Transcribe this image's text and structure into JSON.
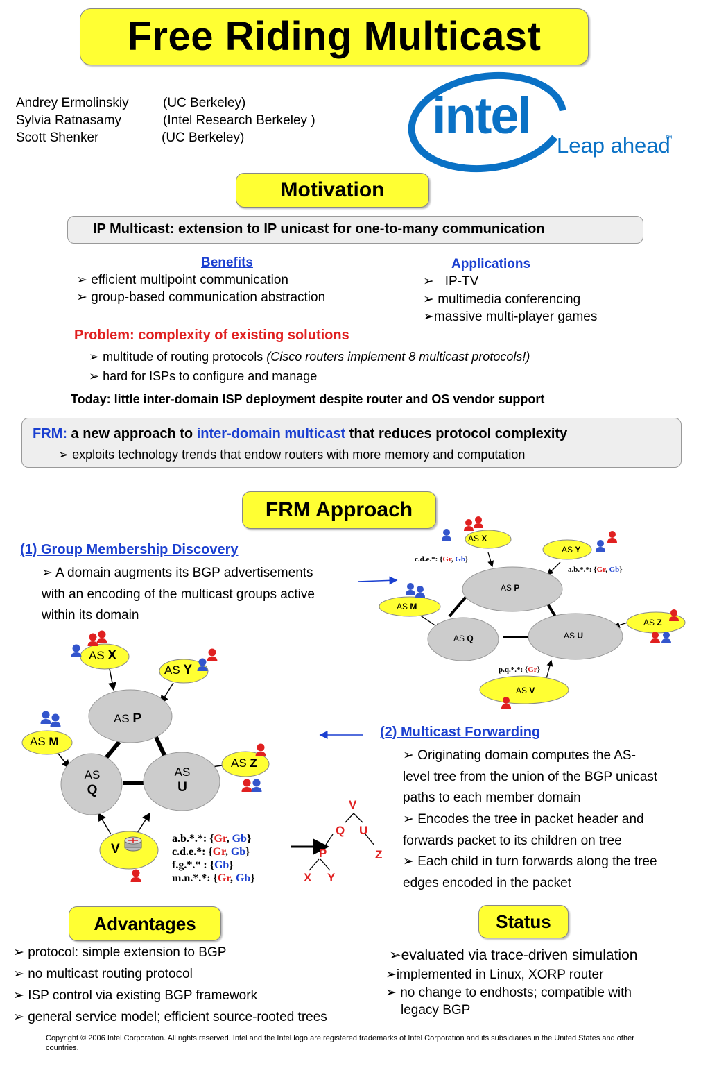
{
  "title": "Free Riding Multicast",
  "authors": [
    {
      "name": "Andrey Ermolinskiy",
      "affiliation": "(UC Berkeley)"
    },
    {
      "name": "Sylvia Ratnasamy",
      "affiliation": "(Intel Research Berkeley )"
    },
    {
      "name": "Scott Shenker",
      "affiliation": "(UC Berkeley)"
    }
  ],
  "logo": {
    "wordmark": "intel",
    "tagline": "Leap ahead",
    "tm": "™",
    "color": "#0a71c5"
  },
  "motivation": {
    "heading": "Motivation",
    "banner": "IP Multicast: extension to IP unicast for one-to-many communication",
    "benefits_heading": "Benefits",
    "benefits": [
      "➢ efficient multipoint communication",
      "➢ group-based communication abstraction"
    ],
    "applications_heading": "Applications",
    "applications": [
      "➢   IP-TV",
      "➢ multimedia conferencing",
      "➢massive multi-player games"
    ],
    "problem_heading": "Problem: complexity of existing solutions",
    "problem_1": "➢ multitude of routing protocols ",
    "problem_1_italic": "(Cisco routers implement 8 multicast protocols!)",
    "problem_2": "➢ hard for ISPs to configure and manage",
    "today": "Today: little inter-domain ISP deployment despite router and OS vendor support"
  },
  "frm_banner": {
    "label": "FRM:",
    "part1": " a new approach to ",
    "highlight": "inter-domain multicast",
    "part2": " that reduces protocol complexity",
    "sub": "➢ exploits technology trends that endow routers with more memory and computation"
  },
  "approach": {
    "heading": "FRM Approach",
    "gmd_heading": "(1) Group Membership Discovery",
    "gmd_lines": [
      "➢ A domain augments its BGP advertisements",
      "with an encoding of the multicast groups active",
      "within its domain"
    ],
    "mf_heading": "(2) Multicast Forwarding",
    "mf_lines": [
      "➢ Originating domain computes the AS-",
      "level tree from the union of the BGP unicast",
      "paths to each member domain",
      "➢ Encodes the tree in packet header and",
      "forwards packet to its children on tree",
      "➢ Each child in turn forwards along the tree",
      "edges encoded in the packet"
    ]
  },
  "diagram_top": {
    "as_prefix": "AS",
    "x": "X",
    "y": "Y",
    "p": "P",
    "m": "M",
    "z": "Z",
    "q": "Q",
    "u": "U",
    "v": "V",
    "adv_cde": "c.d.e.*: {",
    "adv_abc": "a.b.*.*: {",
    "adv_pq": "p.q.*.*: {",
    "gr": "Gr",
    "gb": "Gb",
    "comma": ", ",
    "close": "}"
  },
  "diagram_bottom": {
    "as_prefix": "AS",
    "x": "X",
    "y": "Y",
    "p": "P",
    "m": "M",
    "z": "Z",
    "q": "Q",
    "u": "U",
    "v": "V",
    "table": [
      {
        "prefix": "a.b.*.*: {",
        "groups": [
          "Gr",
          "Gb"
        ]
      },
      {
        "prefix": "c.d.e.*: {",
        "groups": [
          "Gr",
          "Gb"
        ]
      },
      {
        "prefix": "f.g.*.* : {",
        "groups": [
          "Gb"
        ]
      },
      {
        "prefix": "m.n.*.*: {",
        "groups": [
          "Gr",
          "Gb"
        ]
      }
    ],
    "tree": {
      "v": "V",
      "q": "Q",
      "u": "U",
      "p": "P",
      "z": "Z",
      "x": "X",
      "y": "Y"
    }
  },
  "advantages": {
    "heading": "Advantages",
    "items": [
      "➢ protocol: simple extension to BGP",
      "➢ no multicast routing protocol",
      "➢ ISP control via existing BGP framework",
      "➢ general service model; efficient source-rooted trees"
    ]
  },
  "status": {
    "heading": "Status",
    "item1": "➢evaluated via trace-driven simulation",
    "item2": "➢implemented in Linux, XORP router",
    "item3a": "➢ no change to endhosts; compatible with",
    "item3b": "legacy BGP"
  },
  "footer": "Copyright © 2006 Intel Corporation. All rights reserved. Intel and the Intel logo are registered trademarks of Intel Corporation and its subsidiaries in the United States and other countries.",
  "colors": {
    "yellow": "#ffff33",
    "gray_node": "#cccccc",
    "red": "#e02020",
    "blue": "#1a3fd0",
    "intel_blue": "#0a71c5"
  }
}
